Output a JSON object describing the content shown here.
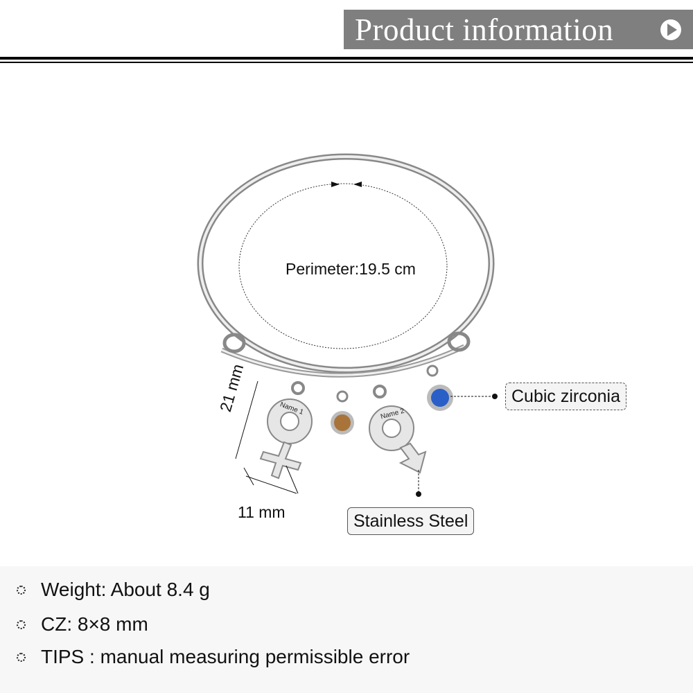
{
  "header": {
    "title": "Product information",
    "icon": "play-circle-icon"
  },
  "diagram": {
    "perimeter": "Perimeter:19.5 cm",
    "height_dim": "21 mm",
    "width_dim": "11 mm",
    "charm1_engraving": "Name 1",
    "charm2_engraving": "Name 2",
    "callout_stone": "Cubic zirconia",
    "callout_material": "Stainless Steel",
    "colors": {
      "stone_brown": "#a8743a",
      "stone_blue": "#2a5fc8",
      "steel": "#c8c8c8"
    }
  },
  "specs": [
    {
      "text": "Weight: About 8.4 g"
    },
    {
      "text": "CZ: 8×8 mm"
    },
    {
      "text": "TIPS : manual measuring permissible error"
    }
  ]
}
